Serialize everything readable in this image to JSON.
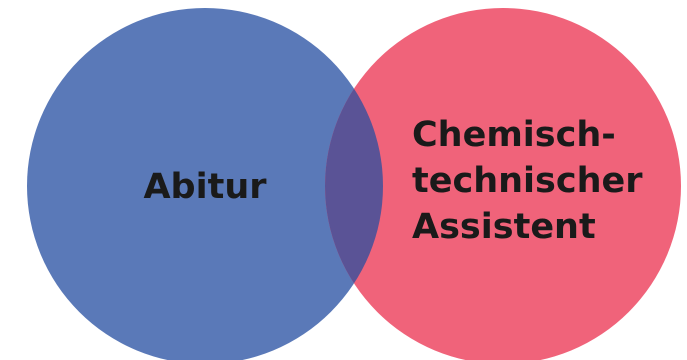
{
  "diagram": {
    "type": "venn",
    "sets": [
      {
        "label_lines": [
          "Abitur"
        ],
        "color": "#5a79b8"
      },
      {
        "label_lines": [
          "Chemisch-",
          "technischer",
          "Assistent"
        ],
        "color": "#f0637a"
      }
    ],
    "overlap_color": "#5a5396"
  }
}
